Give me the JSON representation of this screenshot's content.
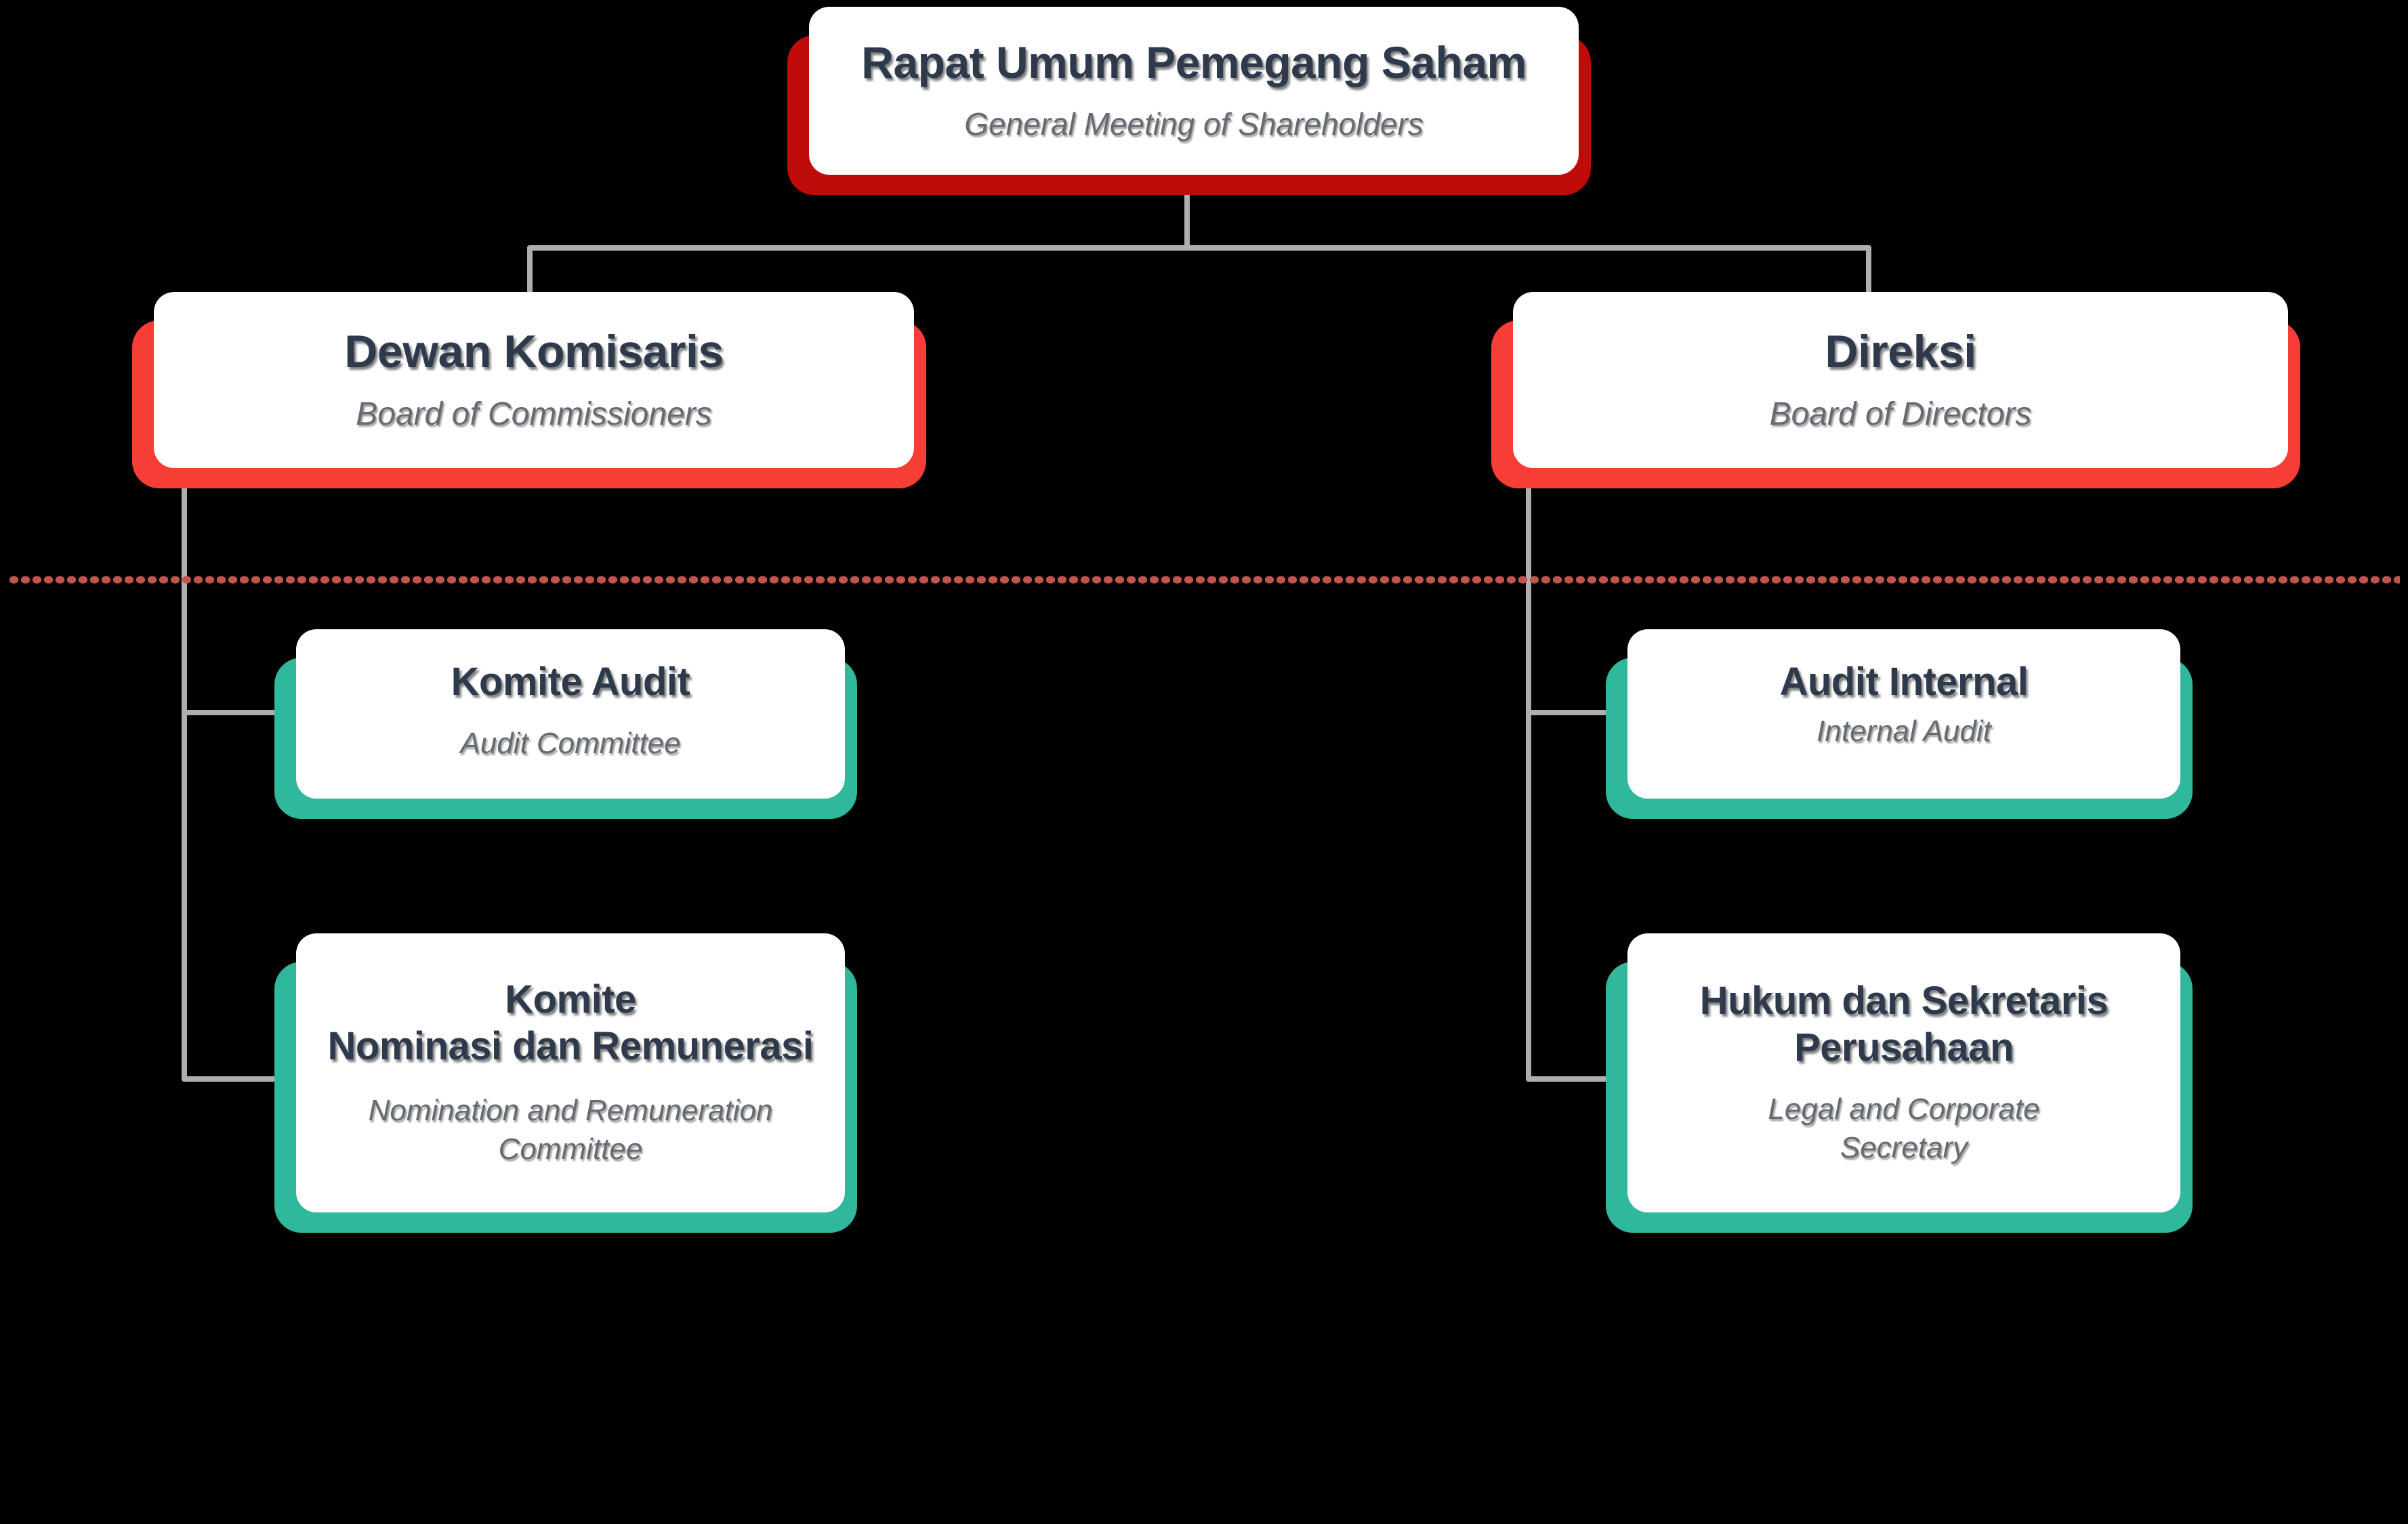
{
  "diagram": {
    "type": "org-chart",
    "description": "Corporate governance organizational structure with a dotted divider separating governing bodies from committees"
  },
  "colors": {
    "bg": "#000000",
    "card_bg": "#ffffff",
    "title_text": "#2e3a4c",
    "subtitle_text": "#666b72",
    "connector": "#aeaeae",
    "divider_dots": "#c2544e",
    "accent_dark_red": "#c00b0b",
    "accent_red": "#f63e36",
    "accent_teal": "#30b89c"
  },
  "nodes": {
    "rups": {
      "title": "Rapat Umum Pemegang Saham",
      "subtitle": "General Meeting of Shareholders"
    },
    "dewan_komisaris": {
      "title": "Dewan Komisaris",
      "subtitle": "Board of Commissioners"
    },
    "direksi": {
      "title": "Direksi",
      "subtitle": "Board of Directors"
    },
    "komite_audit": {
      "title": "Komite Audit",
      "subtitle": "Audit Committee"
    },
    "komite_nominasi": {
      "title": "Komite\nNominasi dan Remunerasi",
      "subtitle": "Nomination and Remuneration\nCommittee"
    },
    "audit_internal": {
      "title": "Audit Internal",
      "subtitle": "Internal Audit"
    },
    "hukum": {
      "title": "Hukum dan Sekretaris\nPerusahaan",
      "subtitle": "Legal and Corporate\nSecretary"
    }
  },
  "edges": [
    [
      "rups",
      "dewan_komisaris"
    ],
    [
      "rups",
      "direksi"
    ],
    [
      "dewan_komisaris",
      "komite_audit"
    ],
    [
      "dewan_komisaris",
      "komite_nominasi"
    ],
    [
      "direksi",
      "audit_internal"
    ],
    [
      "direksi",
      "hukum"
    ]
  ]
}
